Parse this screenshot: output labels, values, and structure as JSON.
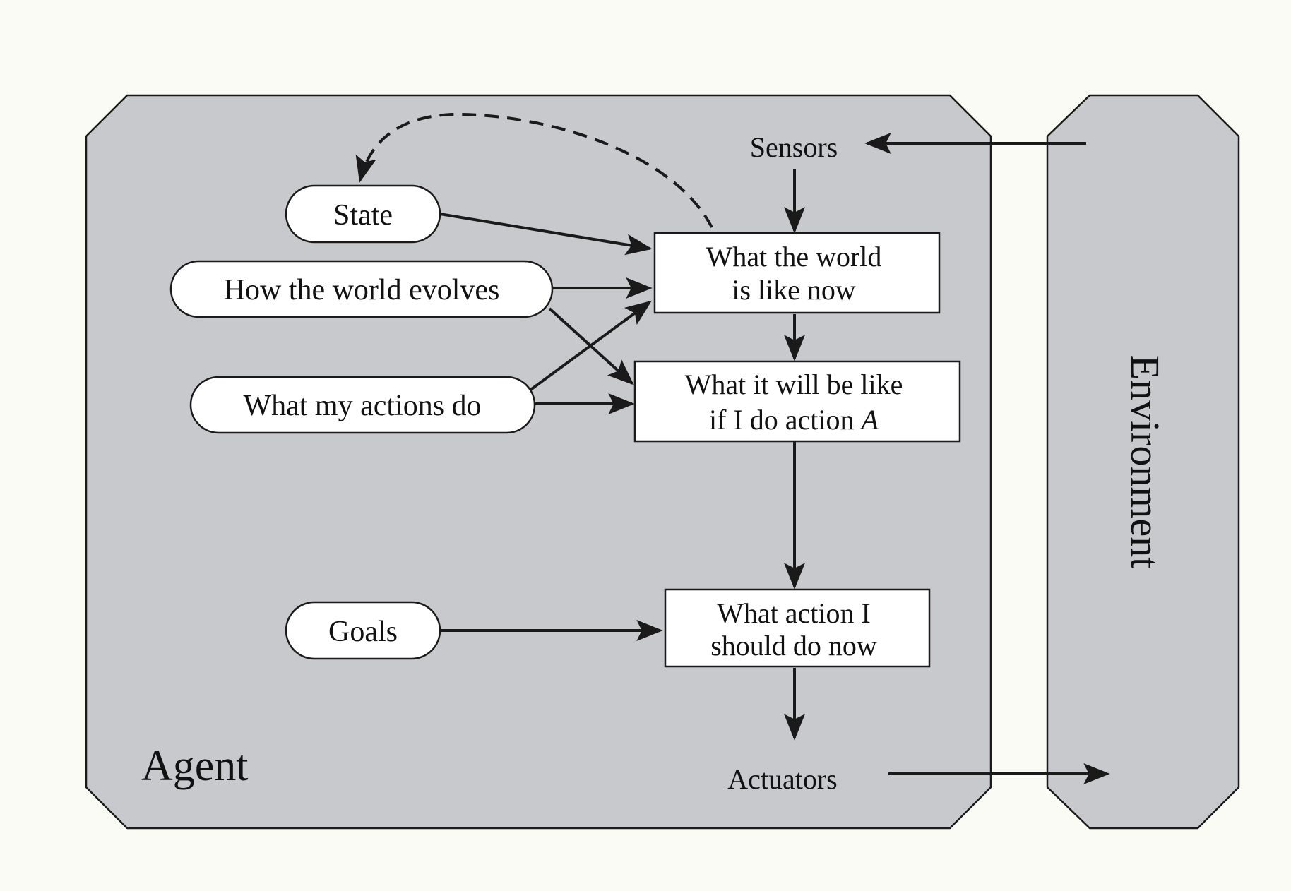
{
  "agent": {
    "label": "Agent",
    "sensors": "Sensors",
    "actuators": "Actuators",
    "inputs": {
      "state": "State",
      "how_world_evolves": "How the world evolves",
      "what_my_actions_do": "What my actions do",
      "goals": "Goals"
    },
    "boxes": {
      "world_now": {
        "line1": "What the world",
        "line2": "is like now"
      },
      "will_be_like": {
        "line1": "What it will be like",
        "line2_prefix": "if I do action ",
        "line2_var": "A"
      },
      "action_now": {
        "line1": "What action I",
        "line2": "should do now"
      }
    }
  },
  "environment": {
    "label": "Environment"
  },
  "colors": {
    "panel": "#c8c9cc",
    "background": "#fbfbf5",
    "box": "#ffffff",
    "stroke": "#1a1a1a"
  }
}
